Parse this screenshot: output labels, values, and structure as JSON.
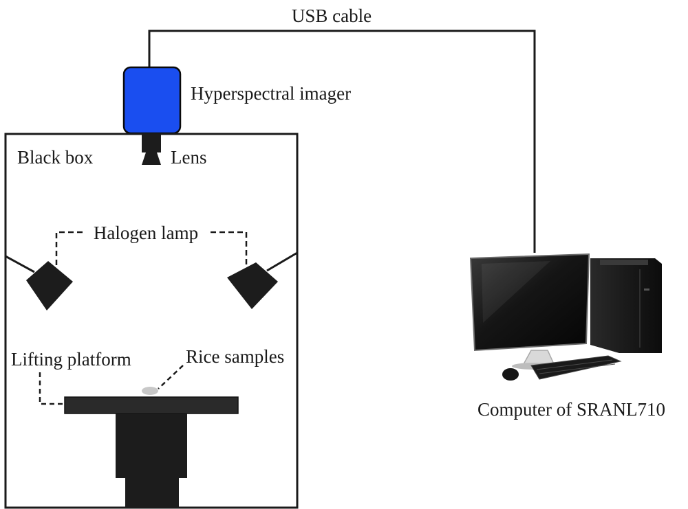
{
  "labels": {
    "usb_cable": "USB cable",
    "hyperspectral_imager": "Hyperspectral imager",
    "black_box": "Black box",
    "lens": "Lens",
    "halogen_lamp": "Halogen lamp",
    "lifting_platform": "Lifting platform",
    "rice_samples": "Rice samples",
    "computer": "Computer of SRANL710"
  },
  "colors": {
    "imager": "#1a4ef0",
    "line": "#1a1a1a",
    "dark": "#1c1c1c",
    "platform": "#2a2a2a",
    "sample": "#c8c8c8"
  },
  "icons": {
    "imager": "hyperspectral-camera-icon",
    "computer": "desktop-computer-icon"
  }
}
